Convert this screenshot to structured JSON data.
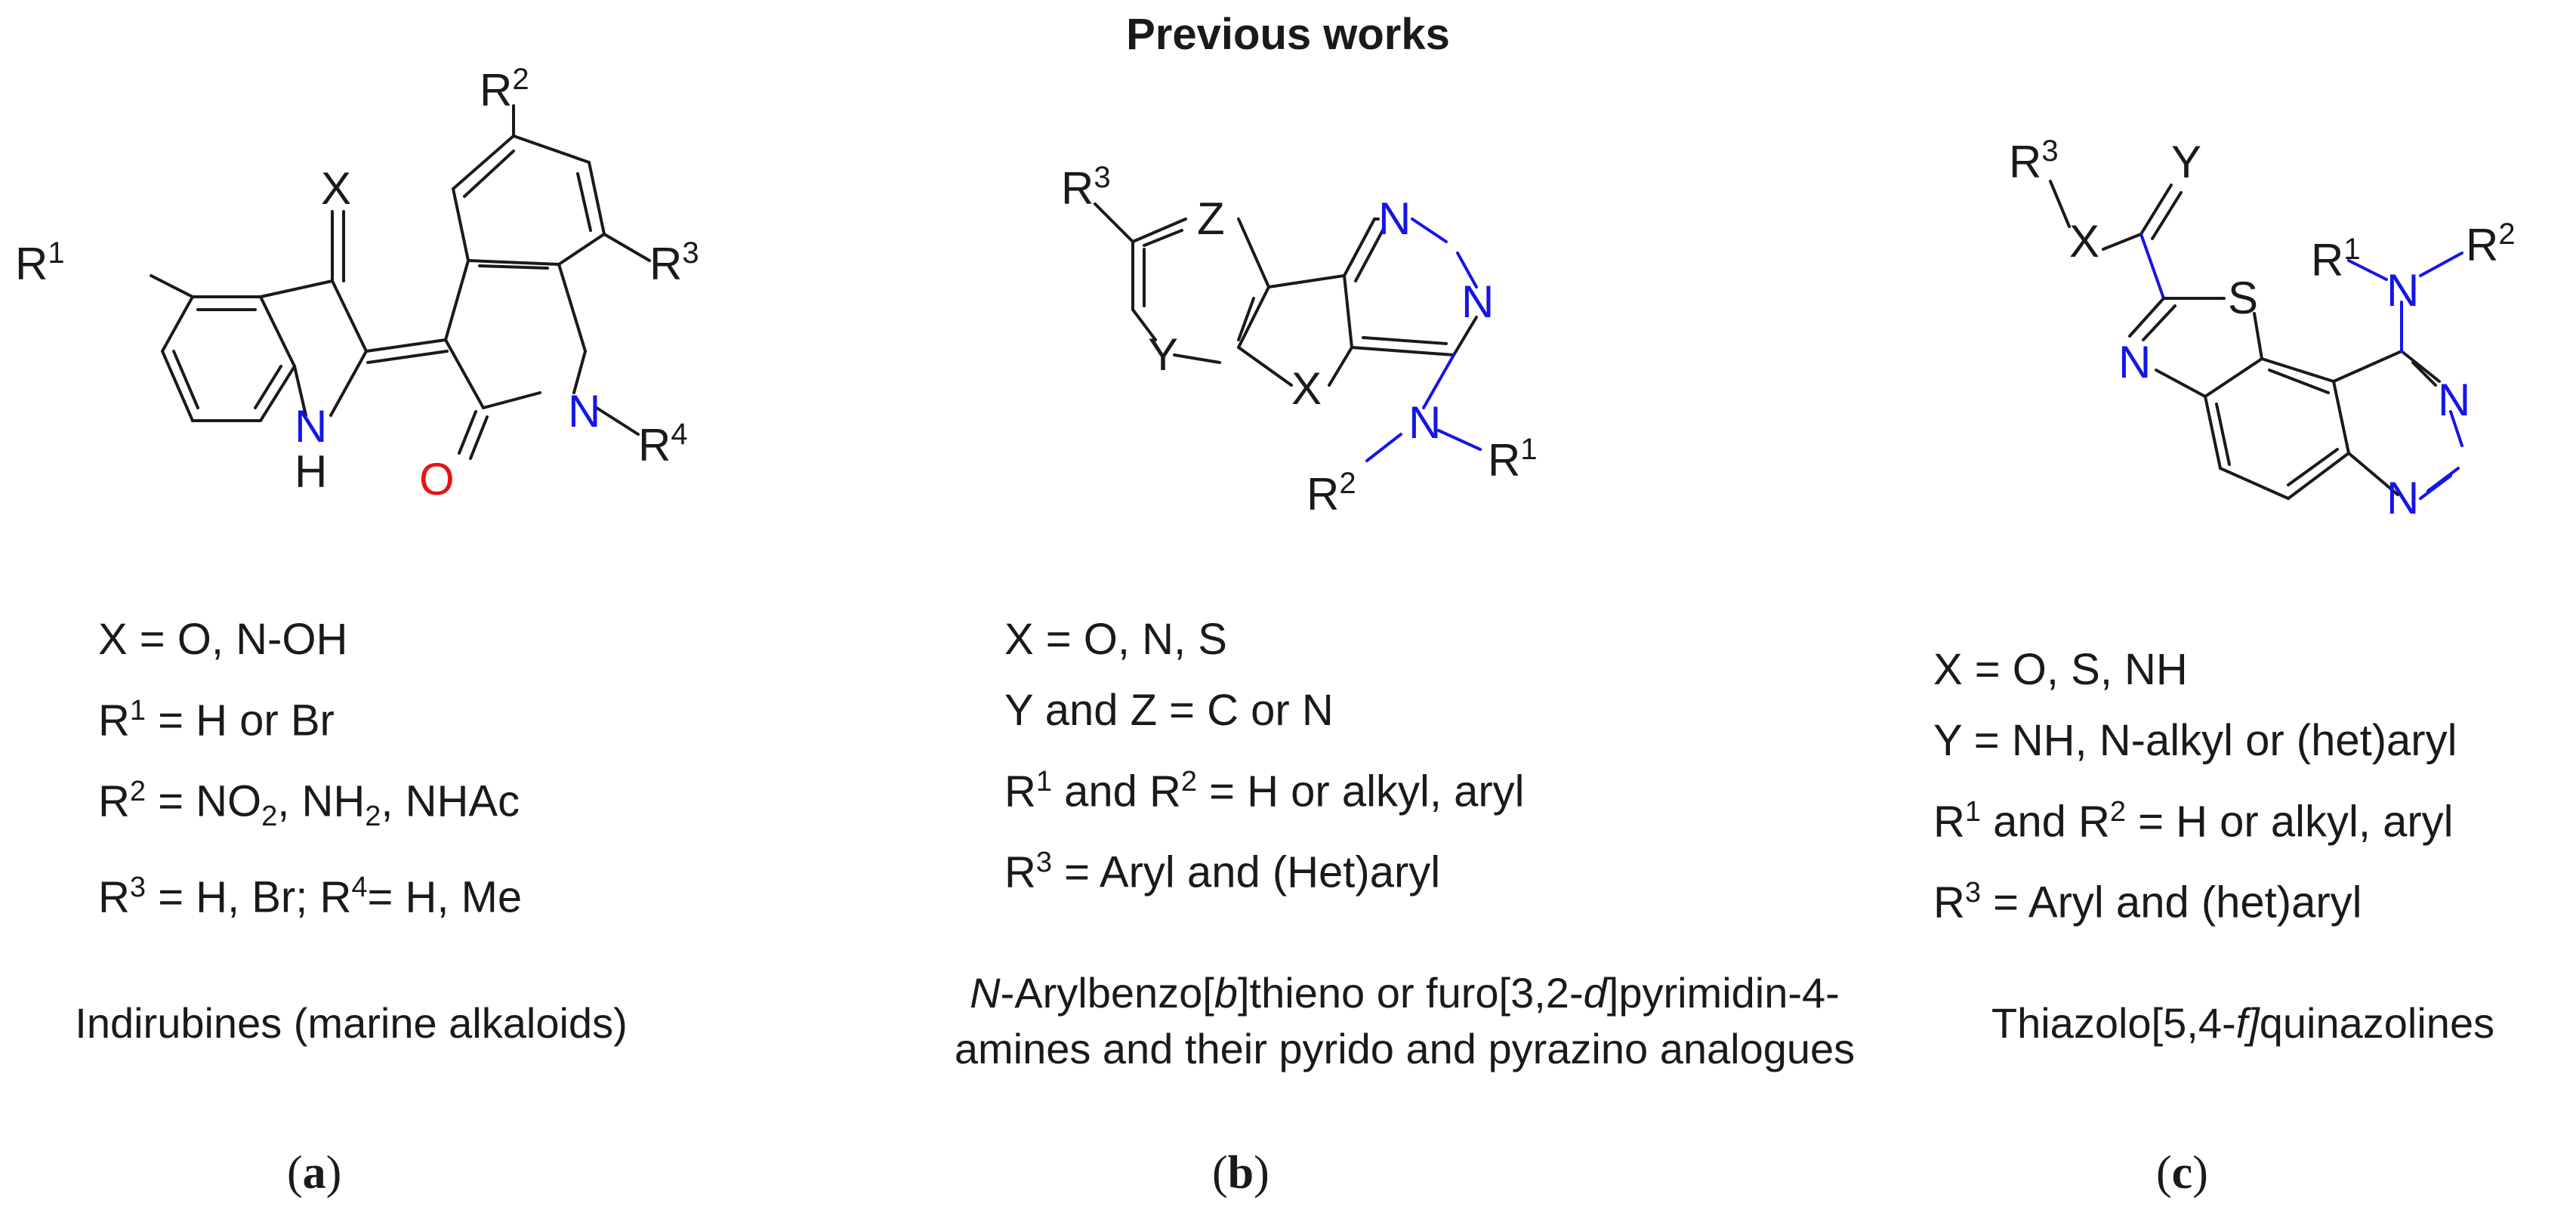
{
  "title": "Previous works",
  "panels": [
    {
      "label_open": "(",
      "label_letter": "a",
      "label_close": ")",
      "atoms": {
        "X": "X",
        "R1": "R",
        "R1_sup": "1",
        "R2": "R",
        "R2_sup": "2",
        "R3": "R",
        "R3_sup": "3",
        "R4": "R",
        "R4_sup": "4",
        "N1": "N",
        "H1": "H",
        "N2": "N",
        "O": "O"
      },
      "legend": [
        {
          "text": "X = O, N-OH"
        },
        {
          "a": "R",
          "sup": "1",
          "b": " = H or Br"
        },
        {
          "a": "R",
          "sup": "2",
          "b": " = NO",
          "sub": "2",
          "c": ", NH",
          "sub2": "2",
          "d": ", NHAc"
        },
        {
          "a": "R",
          "sup": "3",
          "b": " = H, Br; R",
          "sup2": "4",
          "c": "= H, Me"
        }
      ],
      "caption": "Indirubines (marine alkaloids)"
    },
    {
      "label_open": "(",
      "label_letter": "b",
      "label_close": ")",
      "atoms": {
        "R3": "R",
        "R3_sup": "3",
        "Z": "Z",
        "Y": "Y",
        "X": "X",
        "N1": "N",
        "N2": "N",
        "N3": "N",
        "R2": "R",
        "R2_sup": "2",
        "R1": "R",
        "R1_sup": "1"
      },
      "legend": [
        {
          "text": "X = O, N, S"
        },
        {
          "text": "Y and Z = C or N"
        },
        {
          "a": "R",
          "sup": "1",
          "b": " and R",
          "sup2": "2",
          "c": " = H or alkyl, aryl"
        },
        {
          "a": "R",
          "sup": "3",
          "b": " = Aryl and (Het)aryl"
        }
      ],
      "caption_1a": "N",
      "caption_1b": "-Arylbenzo[",
      "caption_1c": "b",
      "caption_1d": "]thieno or furo[3,2-",
      "caption_1e": "d",
      "caption_1f": "]pyrimidin-4-",
      "caption_2": "amines and their pyrido and pyrazino analogues"
    },
    {
      "label_open": "(",
      "label_letter": "c",
      "label_close": ")",
      "atoms": {
        "R3": "R",
        "R3_sup": "3",
        "Y": "Y",
        "X": "X",
        "S": "S",
        "N_thz": "N",
        "R1": "R",
        "R1_sup": "1",
        "R2": "R",
        "R2_sup": "2",
        "N_amine": "N",
        "N_q1": "N",
        "N_q2": "N"
      },
      "legend": [
        {
          "text": "X = O, S, NH"
        },
        {
          "text": "Y = NH, N-alkyl or (het)aryl"
        },
        {
          "a": "R",
          "sup": "1",
          "b": " and R",
          "sup2": "2",
          "c": " = H or alkyl, aryl"
        },
        {
          "a": "R",
          "sup": "3",
          "b": " = Aryl and (het)aryl"
        }
      ],
      "caption_a": "Thiazolo[5,4-",
      "caption_b": "f]",
      "caption_c": "quinazolines"
    }
  ],
  "colors": {
    "nitrogen": "#1515e6",
    "oxygen": "#e81212",
    "bond": "#1a1a1a",
    "text": "#1a1a1a"
  }
}
